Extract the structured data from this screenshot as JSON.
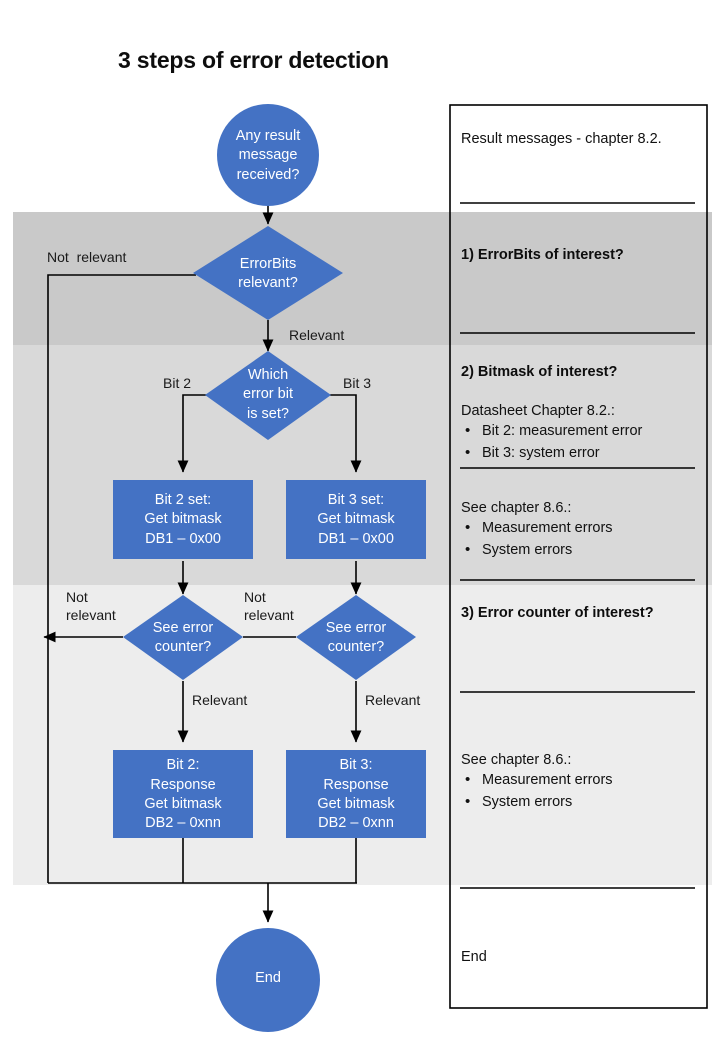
{
  "title": "3 steps of error detection",
  "colors": {
    "node_blue": "#4472C4",
    "band_dark": "#C9C9C9",
    "band_mid": "#D9D9D9",
    "band_light": "#EDEDED",
    "line": "#000000",
    "node_text": "#FFFFFF"
  },
  "flow": {
    "start": {
      "label": "Any result\nmessage\nreceived?",
      "shape": "circle"
    },
    "d_errorbits": {
      "label": "ErrorBits\nrelevant?",
      "shape": "diamond"
    },
    "d_whichbit": {
      "label": "Which\nerror bit\nis set?",
      "shape": "diamond"
    },
    "box_bit2_set": {
      "label": "Bit 2 set:\nGet bitmask\nDB1 – 0x00",
      "shape": "rect"
    },
    "box_bit3_set": {
      "label": "Bit 3 set:\nGet bitmask\nDB1 – 0x00",
      "shape": "rect"
    },
    "d_counter_left": {
      "label": "See error\ncounter?",
      "shape": "diamond"
    },
    "d_counter_right": {
      "label": "See error\ncounter?",
      "shape": "diamond"
    },
    "box_bit2_resp": {
      "label": "Bit 2:\nResponse\nGet bitmask\nDB2 – 0xnn",
      "shape": "rect"
    },
    "box_bit3_resp": {
      "label": "Bit 3:\nResponse\nGet bitmask\nDB2 – 0xnn",
      "shape": "rect"
    },
    "end": {
      "label": "End",
      "shape": "circle"
    }
  },
  "edge_labels": {
    "errorbits_not_relevant": "Not  relevant",
    "errorbits_relevant": "Relevant",
    "bit2": "Bit 2",
    "bit3": "Bit 3",
    "counter_left_not_relevant": "Not\nrelevant",
    "counter_right_not_relevant": "Not\nrelevant",
    "counter_left_relevant": "Relevant",
    "counter_right_relevant": "Relevant"
  },
  "panel": {
    "section_top": {
      "text": "Result messages - chapter 8.2."
    },
    "section_1": {
      "heading": "1) ErrorBits of interest?"
    },
    "section_2": {
      "heading": "2) Bitmask of interest?",
      "block_a_title": "Datasheet Chapter 8.2.:",
      "block_a_items": [
        "Bit 2: measurement  error",
        "Bit 3: system error"
      ],
      "block_b_title": "See chapter 8.6.:",
      "block_b_items": [
        "Measurement  errors",
        "System errors"
      ]
    },
    "section_3": {
      "heading": "3) Error counter of interest?",
      "block_title": "See chapter 8.6.:",
      "block_items": [
        "Measurement  errors",
        "System errors"
      ]
    },
    "section_end": {
      "text": "End"
    }
  }
}
